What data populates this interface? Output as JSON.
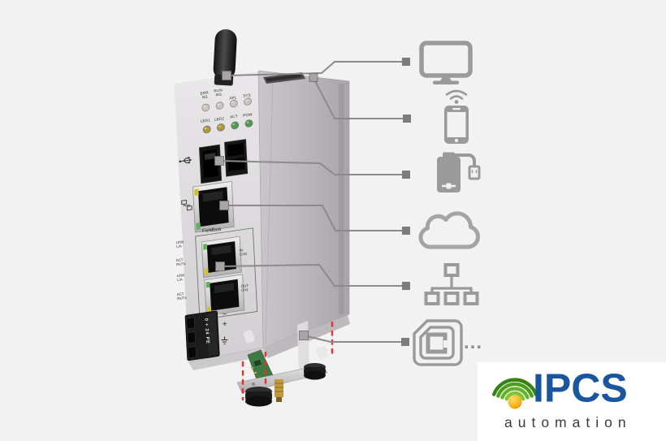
{
  "meta": {
    "description": "Industrial IoT gateway device with connectivity callouts and IPCS automation logo"
  },
  "device": {
    "leds": {
      "row1": [
        {
          "label": "ERR\nNS",
          "color": "#c9c4bc"
        },
        {
          "label": "RUN\nMS",
          "color": "#c9c4bc"
        },
        {
          "label": "APL",
          "color": "#c9c4bc"
        },
        {
          "label": "SYS",
          "color": "#c9c4bc"
        }
      ],
      "row2": [
        {
          "label": "LED1",
          "color": "#b49a33"
        },
        {
          "label": "LED2",
          "color": "#b49a33"
        },
        {
          "label": "ACT",
          "color": "#4e9b51"
        },
        {
          "label": "POW",
          "color": "#4e9b51"
        }
      ]
    },
    "fieldbus_label": "Fieldbus",
    "fieldbus_left_labels": [
      "LINK\nL/A",
      "ACT\nRx/Tx",
      "LINK\nL/A",
      "ACT\nRx/Tx"
    ],
    "fieldbus_right_labels": [
      "IN\nCH0",
      "OUT\nCH1"
    ],
    "power": {
      "terminal_label": "0 + 24 PE",
      "minus": "−",
      "plus": "+"
    }
  },
  "callout_icons": [
    "monitor",
    "smartphone-wifi",
    "usb-device",
    "cloud",
    "network-tree",
    "rfid-tag"
  ],
  "ellipsis": "...",
  "logo": {
    "brand": "IPCS",
    "subtitle": "automation",
    "brand_color": "#1a56a0",
    "subtitle_color": "#3b3b3b",
    "wave_greens": [
      "#7fc437",
      "#65b12a",
      "#4c9c1e",
      "#338413"
    ],
    "ball_color": "#f9b01e"
  },
  "colors": {
    "background": "#f3f2f3",
    "callout_line": "#8d8a8d",
    "expansion_marker_red": "#e03434",
    "icon_gray": "#9a9a9a"
  }
}
